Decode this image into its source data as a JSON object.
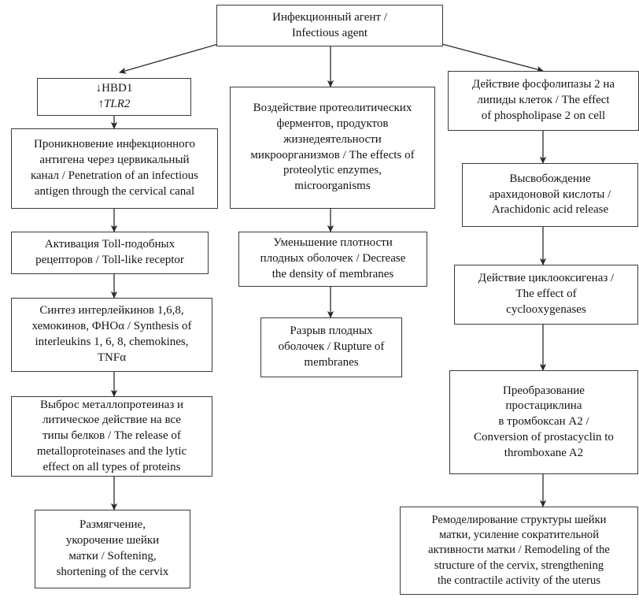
{
  "diagram": {
    "title": "Pathogenesis flowchart of infectious agent action (bilingual Russian / English)",
    "type": "flowchart",
    "orientation": "top-down, three branches",
    "style": {
      "box_border": "#3a3a3a",
      "box_fill": "#ffffff",
      "arrow_color": "#2b2b2b",
      "text_color": "#141414"
    }
  },
  "nodes": {
    "root": {
      "id": "infectious-agent",
      "text": "Инфекционный агент /\nInfectious agent"
    },
    "left": [
      {
        "id": "hbd1-tlr2",
        "text_line1": "↓HBD1",
        "text_line2": "↑TLR2",
        "italic_line2": true
      },
      {
        "id": "penetration",
        "text": "Проникновение инфекционного\nантигена через цервикальный\nканал / Penetration of an infectious\nantigen through the cervical canal"
      },
      {
        "id": "toll-activation",
        "text": "Активация Toll-подобных\nрецепторов / Toll-like receptor"
      },
      {
        "id": "interleukin-synthesis",
        "text": "Синтез интерлейкинов 1,6,8,\nхемокинов, ФНОα / Synthesis of\ninterleukins 1, 6, 8, chemokines,\nTNFα"
      },
      {
        "id": "metalloproteinase-release",
        "text": "Выброс металлопротеиназ и\nлитическое действие на все\nтипы белков / The release of\nmetalloproteinases and the lytic\neffect on all types of proteins"
      },
      {
        "id": "cervix-softening",
        "text": "Размягчение,\nукорочение шейки\nматки / Softening,\nshortening of the cervix"
      }
    ],
    "middle": [
      {
        "id": "proteolytic-enzymes",
        "text": "Воздействие протеолитических\nферментов, продуктов\nжизнедеятельности\nмикроорганизмов / The effects of\nproteolytic enzymes,\nmicroorganisms"
      },
      {
        "id": "membrane-density-decrease",
        "text": "Уменьшение плотности\nплодных оболочек / Decrease\nthe density of membranes"
      },
      {
        "id": "membrane-rupture",
        "text": "Разрыв плодных\nоболочек / Rupture of\nmembranes"
      }
    ],
    "right": [
      {
        "id": "phospholipase-effect",
        "text": "Действие фосфолипазы 2 на\nлипиды клеток / The effect\nof phospholipase 2 on cell"
      },
      {
        "id": "arachidonic-release",
        "text": "Высвобождение\nарахидоновой кислоты /\nArachidonic acid release"
      },
      {
        "id": "cyclooxygenase-effect",
        "text": "Действие циклооксигеназ /\nThe effect of\ncyclooxygenases"
      },
      {
        "id": "prostacyclin-conversion",
        "text": "Преобразование\nпростациклина\nв тромбоксан A2 /\nConversion of prostacyclin to\nthromboxane A2"
      },
      {
        "id": "cervix-remodeling",
        "text": "Ремоделирование структуры шейки\nматки, усиление сократительной\nактивности матки / Remodeling of the\nstructure of the cervix, strengthening\nthe contractile activity of the uterus"
      }
    ]
  },
  "edges": [
    {
      "from": "infectious-agent",
      "to": "hbd1-tlr2",
      "kind": "diagonal-arrow"
    },
    {
      "from": "infectious-agent",
      "to": "proteolytic-enzymes",
      "kind": "straight-arrow"
    },
    {
      "from": "infectious-agent",
      "to": "phospholipase-effect",
      "kind": "diagonal-arrow"
    },
    {
      "from": "hbd1-tlr2",
      "to": "penetration",
      "kind": "straight-arrow"
    },
    {
      "from": "penetration",
      "to": "toll-activation",
      "kind": "straight-arrow"
    },
    {
      "from": "toll-activation",
      "to": "interleukin-synthesis",
      "kind": "straight-arrow"
    },
    {
      "from": "interleukin-synthesis",
      "to": "metalloproteinase-release",
      "kind": "straight-arrow"
    },
    {
      "from": "metalloproteinase-release",
      "to": "cervix-softening",
      "kind": "straight-arrow"
    },
    {
      "from": "proteolytic-enzymes",
      "to": "membrane-density-decrease",
      "kind": "straight-arrow"
    },
    {
      "from": "membrane-density-decrease",
      "to": "membrane-rupture",
      "kind": "straight-arrow"
    },
    {
      "from": "phospholipase-effect",
      "to": "arachidonic-release",
      "kind": "straight-arrow"
    },
    {
      "from": "arachidonic-release",
      "to": "cyclooxygenase-effect",
      "kind": "straight-arrow"
    },
    {
      "from": "cyclooxygenase-effect",
      "to": "prostacyclin-conversion",
      "kind": "straight-arrow"
    },
    {
      "from": "prostacyclin-conversion",
      "to": "cervix-remodeling",
      "kind": "straight-arrow"
    }
  ]
}
